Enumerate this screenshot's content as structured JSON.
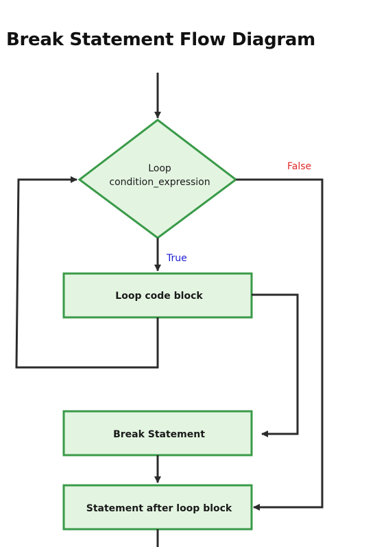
{
  "title": "Break Statement Flow Diagram",
  "colors": {
    "node_fill": "#e3f5e1",
    "node_stroke": "#3a9a48",
    "line": "#2b2b2b",
    "true_label": "#1a1ad4",
    "false_label": "#e02a2a"
  },
  "nodes": {
    "decision": {
      "line1": "Loop",
      "line2": "condition_expression"
    },
    "loop_block": "Loop code block",
    "break_statement": "Break Statement",
    "after_loop": "Statement after loop block"
  },
  "edges": {
    "true_label": "True",
    "false_label": "False"
  }
}
